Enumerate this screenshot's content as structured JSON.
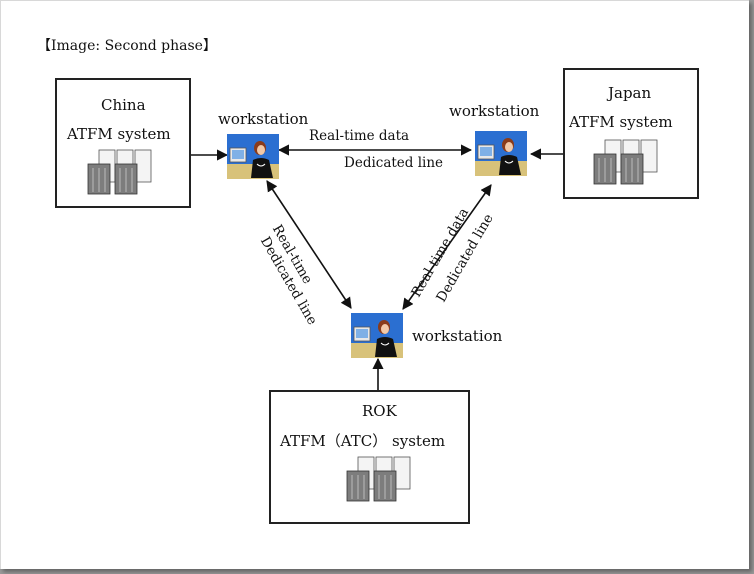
{
  "diagram": {
    "title": "【Image: Second phase】",
    "nodes": {
      "china": {
        "name": "China",
        "system": "ATFM system"
      },
      "japan": {
        "name": "Japan",
        "system": "ATFM system"
      },
      "rok": {
        "name": "ROK",
        "system": "ATFM（ATC） system"
      }
    },
    "workstations": {
      "left": "workstation",
      "right": "workstation",
      "bottom": "workstation"
    },
    "links": {
      "top": {
        "label_a": "Real-time data",
        "label_b": "Dedicated line"
      },
      "left": {
        "label_a": "Real-time",
        "label_b": "Dedicated line"
      },
      "right": {
        "label_a": "Real-time data",
        "label_b": "Dedicated line"
      }
    }
  }
}
